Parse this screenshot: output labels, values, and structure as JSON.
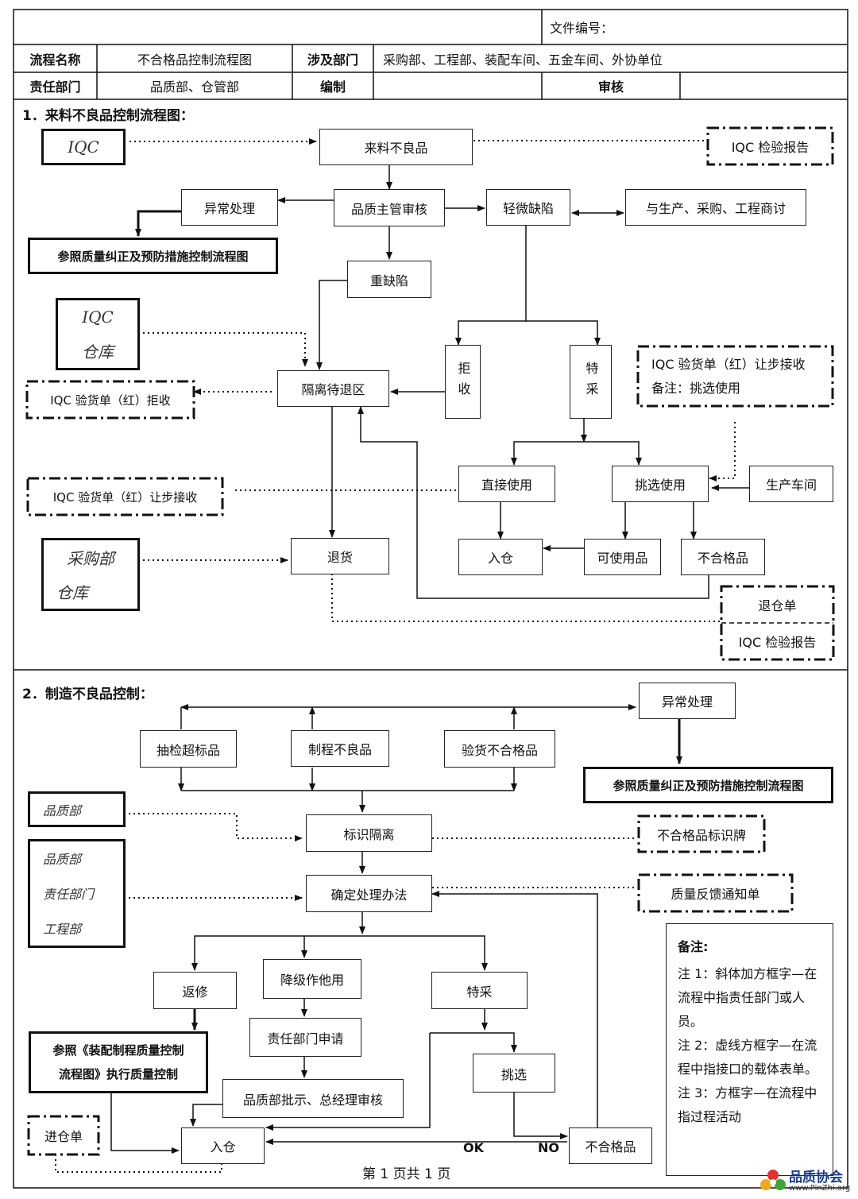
{
  "header": {
    "doc_no_label": "文件编号：",
    "row1": {
      "name_label": "流程名称",
      "name_value": "不合格品控制流程图",
      "dept_label": "涉及部门",
      "dept_value": "采购部、工程部、装配车间、五金车间、外协单位"
    },
    "row2": {
      "resp_label": "责任部门",
      "resp_value": "品质部、仓管部",
      "compile_label": "编制",
      "review_label": "审核"
    }
  },
  "section1": {
    "title": "1．来料不良品控制流程图：",
    "iqc": "IQC",
    "incoming": "来料不良品",
    "iqc_report": "IQC 检验报告",
    "abnormal": "异常处理",
    "qc_review": "品质主管审核",
    "minor": "轻微缺陷",
    "negotiate": "与生产、采购、工程商讨",
    "ref_corrective": "参照质量纠正及预防措施控制流程图",
    "major": "重缺陷",
    "iqc2": "IQC",
    "warehouse": "仓库",
    "reject": "拒收",
    "special": "特采",
    "concession_a": "IQC 验货单（红）让步接收",
    "concession_b": "备注：挑选使用",
    "reject_form": "IQC 验货单（红）拒收",
    "quarantine": "隔离待退区",
    "concession_form": "IQC 验货单（红）让步接收",
    "direct_use": "直接使用",
    "select_use": "挑选使用",
    "production": "生产车间",
    "purchase": "采购部",
    "warehouse2": "仓库",
    "return": "退货",
    "store": "入仓",
    "usable": "可使用品",
    "nonconform": "不合格品",
    "return_slip": "退仓单",
    "iqc_report2": "IQC 检验报告"
  },
  "section2": {
    "title": "2．制造不良品控制：",
    "abnormal": "异常处理",
    "sampling": "抽检超标品",
    "process_bad": "制程不良品",
    "inspect_bad": "验货不合格品",
    "ref_corrective": "参照质量纠正及预防措施控制流程图",
    "qa_dept": "品质部",
    "mark_isolate": "标识隔离",
    "nc_tag": "不合格品标识牌",
    "qa_dept2": "品质部",
    "resp_dept": "责任部门",
    "eng_dept": "工程部",
    "decide": "确定处理办法",
    "feedback": "质量反馈通知单",
    "rework": "返修",
    "downgrade": "降级作他用",
    "special": "特采",
    "resp_apply": "责任部门申请",
    "select": "挑选",
    "ref_assembly_1": "参照《装配制程质量控制",
    "ref_assembly_2": "流程图》执行质量控制",
    "approve": "品质部批示、总经理审核",
    "in_slip": "进仓单",
    "store": "入仓",
    "ok": "OK",
    "no": "NO",
    "nonconform": "不合格品",
    "notes": {
      "title": "备注:",
      "n1": "注 1：斜体加方框字—在流程中指责任部门或人员。",
      "n2": "注 2：虚线方框字—在流程中指接口的载体表单。",
      "n3": "注 3：方框字—在流程中指过程活动"
    }
  },
  "footer": {
    "page": "第 1 页共 1 页",
    "logo_text": "品质协会",
    "logo_url": "www.PinZhi.org"
  }
}
